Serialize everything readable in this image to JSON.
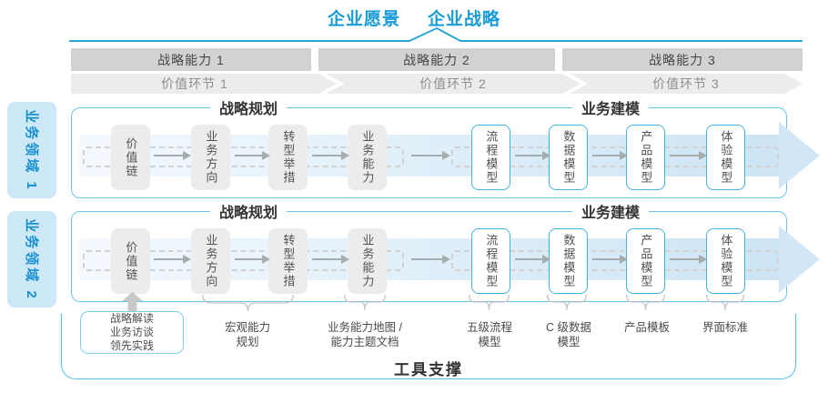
{
  "title": {
    "vision": "企业愿景",
    "strategy": "企业战略"
  },
  "capability_band": {
    "items": [
      "战略能力 1",
      "战略能力 2",
      "战略能力 3"
    ]
  },
  "value_band": {
    "items": [
      "价值环节 1",
      "价值环节 2",
      "价值环节 3"
    ]
  },
  "domains": {
    "items": [
      "业务领域 1",
      "业务领域 2"
    ]
  },
  "rows": [
    {
      "planning_header": "战略规划",
      "modeling_header": "业务建模",
      "boxes": [
        "价值链",
        "业务方向",
        "转型举措",
        "业务能力",
        "流程模型",
        "数据模型",
        "产品模型",
        "体验模型"
      ]
    },
    {
      "planning_header": "战略规划",
      "modeling_header": "业务建模",
      "boxes": [
        "价值链",
        "业务方向",
        "转型举措",
        "业务能力",
        "流程模型",
        "数据模型",
        "产品模型",
        "体验模型"
      ]
    }
  ],
  "inputs_box": {
    "text": "战略解读\n业务访谈\n领先实践"
  },
  "annotations": {
    "items": [
      "宏观能力\n规划",
      "业务能力地图 /\n能力主题文档",
      "五级流程\n模型",
      "C 级数据\n模型",
      "产品模板",
      "界面标准"
    ]
  },
  "footer": {
    "label": "工具支撑"
  },
  "colors": {
    "accent_blue": "#189bd7",
    "container_border": "#69c6ea",
    "band_dark": "#d2d2d2",
    "band_light": "#ececec",
    "box_gray": "#ececec",
    "box_border_cyan": "#43b4e1",
    "big_arrow_fill": "#d2e6f6",
    "bracket_gray": "#c5c5c5"
  }
}
